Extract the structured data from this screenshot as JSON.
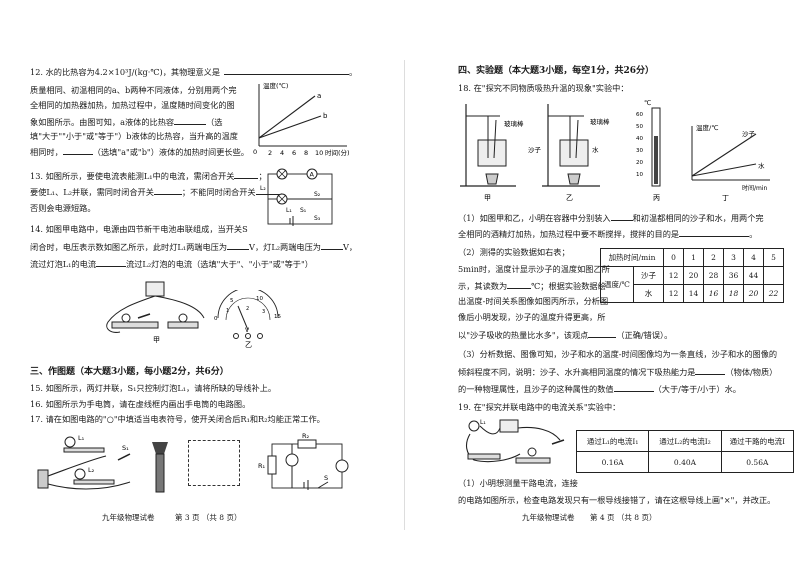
{
  "left": {
    "q12": {
      "l1": "12. 水的比热容为4.2×10³J/(kg·℃)，其物理意义是",
      "l2": "质量相同、初温相同的a、b两种不同液体，分别用两个完",
      "l3": "全相同的加热器加热，加热过程中，温度随时间变化的图",
      "l4": "象如图所示。由图可知，a液体的比热容",
      "l4b": "（选",
      "l5": "填\"大于\"\"小于\"或\"等于\"）b液体的比热容，当升高的温度",
      "l6": "相同时，",
      "l6b": "（选填\"a\"或\"b\"）液体的加热时间更长些。",
      "graph": {
        "ylabel": "温度(℃)",
        "xlabel": "时间(分)",
        "xticks": [
          "2",
          "4",
          "6",
          "8",
          "10"
        ],
        "a": "a",
        "b": "b",
        "origin": "0"
      }
    },
    "q13": {
      "l1": "13. 如图所示，要使电流表能测L₁中的电流，需闭合开关",
      "l2": "要使L₁、L₂并联，需同时闭合开关",
      "l2b": "；不能同时闭合开关",
      "l3": "否则会电源短路。",
      "labels": {
        "l1": "L₁",
        "l2": "L₂",
        "a": "A",
        "s1": "S₁",
        "s2": "S₂",
        "s3": "S₃"
      }
    },
    "q14": {
      "l1": "14. 如图甲电路中，电源由四节新干电池串联组成，当开关S",
      "l2": "闭合时，电压表示数如图乙所示，此时灯L₁两端电压为",
      "l2b": "V，灯L₂两端电压为",
      "l2c": "V，",
      "l3": "流过灯泡L₁的电流",
      "l3b": "流过L₂灯泡的电流（选填\"大于\"、\"小于\"或\"等于\"）",
      "fig_jia": "甲",
      "fig_yi": "乙",
      "scale": [
        "0",
        "5",
        "10",
        "15",
        "1",
        "2",
        "3"
      ]
    },
    "sec3": "三、作图题（本大题3小题，每小题2分，共6分）",
    "q15": "15. 如图所示，两灯并联，S₁只控制灯泡L₁，请将所缺的导线补上。",
    "q16": "16. 如图所示为手电筒，请在虚线框内画出手电筒的电路图。",
    "q17": "17. 请在如图电路的\"○\"中填适当电表符号，使开关闭合后R₁和R₂均能正常工作。",
    "q17labels": {
      "r1": "R₁",
      "r2": "R₂",
      "s": "S"
    },
    "q15labels": {
      "l1": "L₁",
      "l2": "L₂",
      "s1": "S₁"
    },
    "footer_left": "九年级物理试卷",
    "footer_right": "第 3 页  （共 8 页）"
  },
  "right": {
    "sec4": "四、实验题（本大题3小题，每空1分，共26分）",
    "q18": {
      "l1": "18. 在\"探究不同物质吸热升温的现象\"实验中：",
      "fig_labels": {
        "rod": "玻璃棒",
        "rod2": "玻璃棒",
        "sand": "沙子",
        "water": "水",
        "c": "℃",
        "temp": "温度/℃",
        "time": "时间/min",
        "sand2": "沙子",
        "water2": "水"
      },
      "therm": [
        "60",
        "50",
        "40",
        "30",
        "20",
        "10"
      ],
      "captions": [
        "甲",
        "乙",
        "丙",
        "丁"
      ],
      "p1": "（1）如图甲和乙，小明在容器中分别装入",
      "p1b": "和初温都相同的沙子和水，用两个完",
      "p1c": "全相同的酒精灯加热，加热过程中要不断搅拌，搅拌的目的是",
      "p2a": "（2）测得的实验数据如右表；",
      "p2b": "5min时，温度计显示沙子的温度如图乙所",
      "p2c": "示，其读数为",
      "p2d": "℃；根据实验数据绘",
      "p2e": "出温度-时间关系图像如图丙所示，分析图",
      "p2f": "像后小明发现，沙子的温度升得更高，所",
      "p2g": "以\"沙子吸收的热量比水多\"，该观点",
      "p2h": "（正确/错误）。",
      "p3a": "（3）分析数据、图像可知，沙子和水的温度-时间图像均为一条直线，沙子和水的图像的",
      "p3b": "倾斜程度不同，说明：沙子、水升高相同温度的情况下吸热能力是",
      "p3c": "（物体/物质）",
      "p3d": "的一种物理属性，且沙子的这种属性的数值",
      "p3e": "（大于/等于/小于）水。"
    },
    "table18": {
      "header": [
        "加热时间/min",
        "0",
        "1",
        "2",
        "3",
        "4",
        "5"
      ],
      "rowlabel": "温度/℃",
      "rows": [
        {
          "name": "沙子",
          "values": [
            "12",
            "20",
            "28",
            "36",
            "44",
            ""
          ]
        },
        {
          "name": "水",
          "values": [
            "12",
            "14",
            "16",
            "18",
            "20",
            "22"
          ]
        }
      ]
    },
    "q19": {
      "l1": "19. 在\"探究并联电路中的电流关系\"实验中：",
      "table": {
        "headers": [
          "通过L₁的电流I₁",
          "通过L₂的电流I₂",
          "通过干路的电流I"
        ],
        "values": [
          "0.16A",
          "0.40A",
          "0.56A"
        ]
      },
      "p1a": "（1）小明想测量干路电流，连接",
      "p1b": "的电路如图所示，检查电路发现只有一根导线接错了，请在这根导线上画\"×\"，并改正。",
      "lamp": "L₁"
    },
    "footer_left": "九年级物理试卷",
    "footer_right": "第 4 页  （共 8 页）"
  }
}
